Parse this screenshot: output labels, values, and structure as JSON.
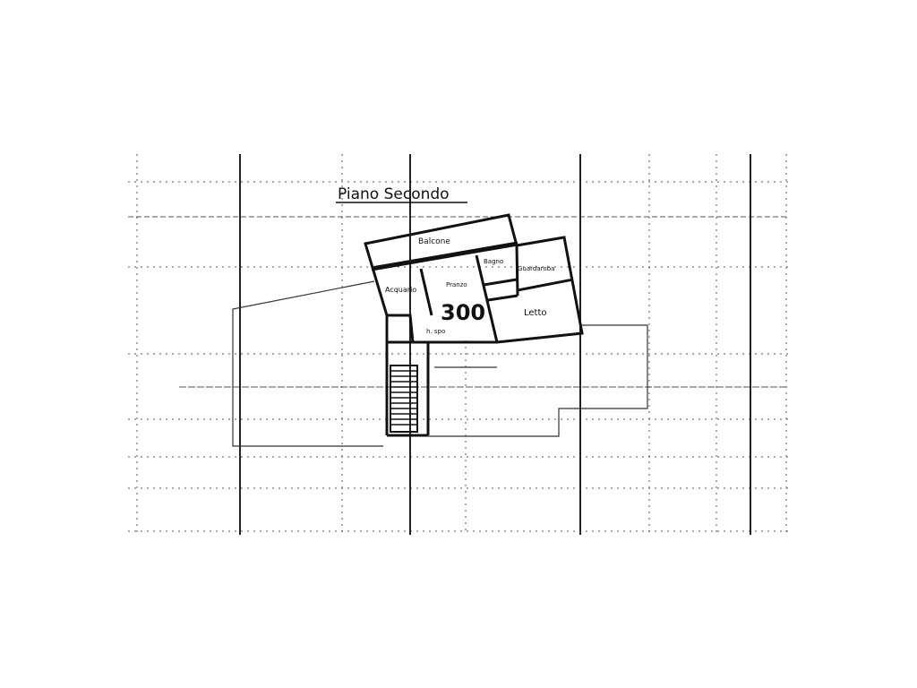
{
  "title": "Piano Secondo",
  "rooms": {
    "balcony": "Balcone",
    "bathroom": "Bagno",
    "wardrobe": "Guardaroba",
    "aquarium": "Acquario",
    "dining": "Pranzo",
    "bedroom": "Letto",
    "hall": "h. spo"
  },
  "number": "300"
}
